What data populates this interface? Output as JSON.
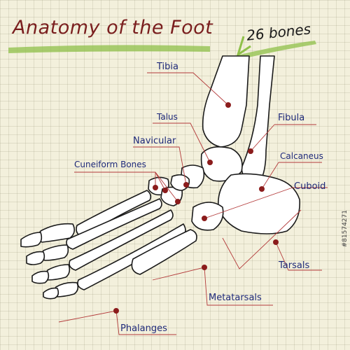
{
  "title": "Anatomy of the Foot",
  "subtitle": "26 bones",
  "labels": {
    "tibia": "Tibia",
    "talus": "Talus",
    "fibula": "Fibula",
    "navicular": "Navicular",
    "calcaneus": "Calcaneus",
    "cuneiform": "Cuneiform Bones",
    "cuboid": "Cuboid",
    "tarsals": "Tarsals",
    "metatarsals": "Metatarsals",
    "phalanges": "Phalanges"
  },
  "watermark": "#81574271",
  "colors": {
    "paper": "#f3f0dc",
    "title": "#7a1e1e",
    "label": "#1f2a7a",
    "pointer": "#b33a3a",
    "dot": "#8b1c1c",
    "highlight": "#8fc04a"
  }
}
